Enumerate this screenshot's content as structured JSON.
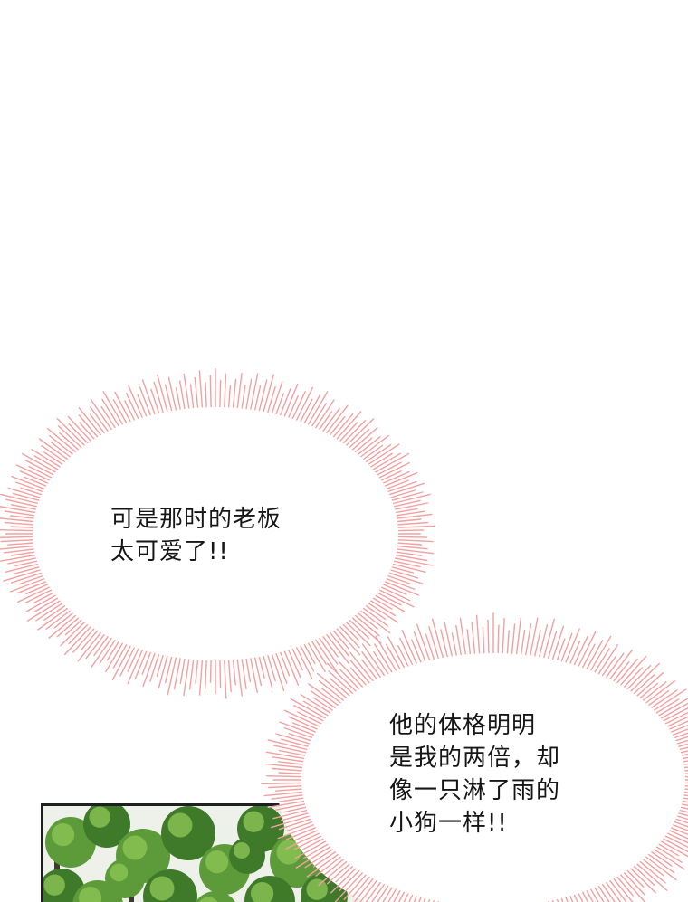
{
  "bubbles": [
    {
      "lines": [
        "可是那时的老板",
        "太可爱了!!"
      ]
    },
    {
      "lines": [
        "他的体格明明",
        "是我的两倍，却",
        "像一只淋了雨的",
        "小狗一样!!"
      ]
    }
  ],
  "colors": {
    "bubble_rays": "#f2a0a0",
    "background": "#ffffff",
    "panel_border": "#1f1f1f",
    "foliage_dark": "#3f7a2a",
    "foliage_light": "#8cc455"
  }
}
